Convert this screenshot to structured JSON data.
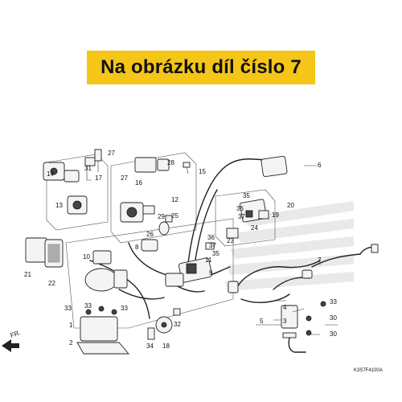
{
  "banner": {
    "text": "Na obrázku díl číslo 7",
    "color": "#f5c518"
  },
  "diagram_code": "K3S7F4100A",
  "fr_label": "FR.",
  "callouts": {
    "c1": "1",
    "c2": "2",
    "c3": "3",
    "c4": "4",
    "c5": "5",
    "c6": "6",
    "c7": "7",
    "c8": "8",
    "c9": "9",
    "c10": "10",
    "c11": "11",
    "c12": "12",
    "c13": "13",
    "c14": "14",
    "c15": "15",
    "c16": "16",
    "c17": "17",
    "c18": "18",
    "c19": "19",
    "c20": "20",
    "c21": "21",
    "c22": "22",
    "c23": "23",
    "c24": "24",
    "c25": "25",
    "c26": "26",
    "c27a": "27",
    "c27b": "27",
    "c28": "28",
    "c29": "29",
    "c30a": "30",
    "c30b": "30",
    "c31": "31",
    "c32": "32",
    "c33a": "33",
    "c33b": "33",
    "c33c": "33",
    "c33d": "33",
    "c34": "34",
    "c35a": "35",
    "c35b": "35",
    "c36a": "36",
    "c36b": "36",
    "c37a": "37",
    "c37b": "37"
  }
}
